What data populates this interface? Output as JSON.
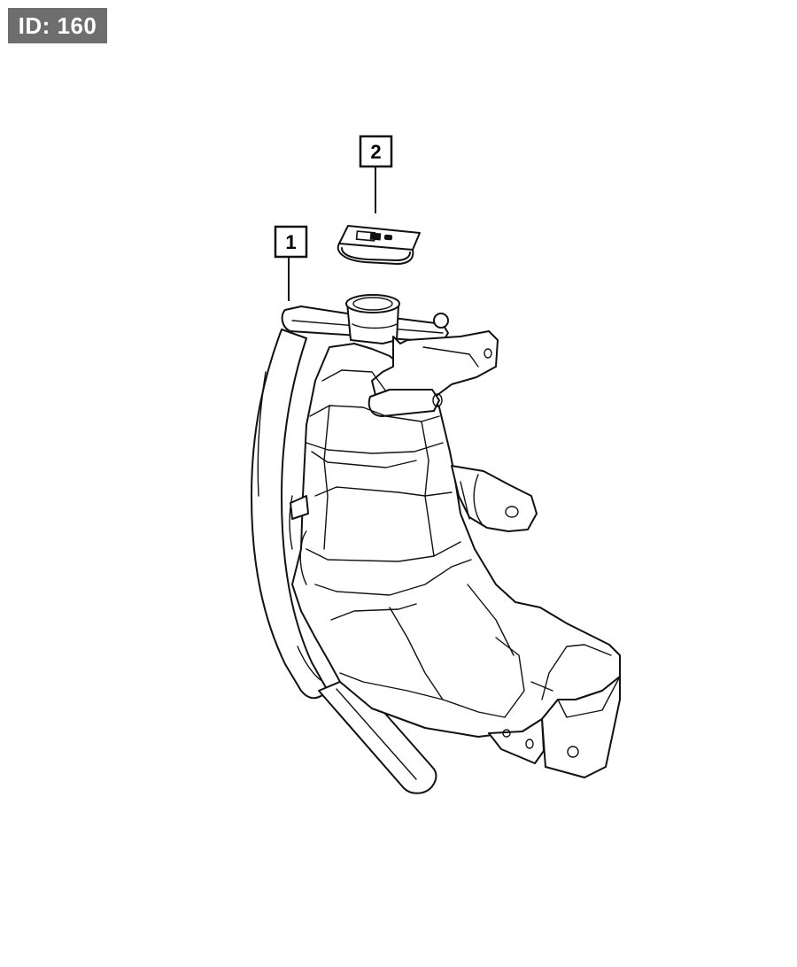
{
  "badge": {
    "text": "ID: 160"
  },
  "callouts": [
    {
      "label": "1"
    },
    {
      "label": "2"
    }
  ],
  "colors": {
    "badge_bg": "#6e6e6e",
    "badge_text": "#ffffff",
    "line": "#111111"
  }
}
